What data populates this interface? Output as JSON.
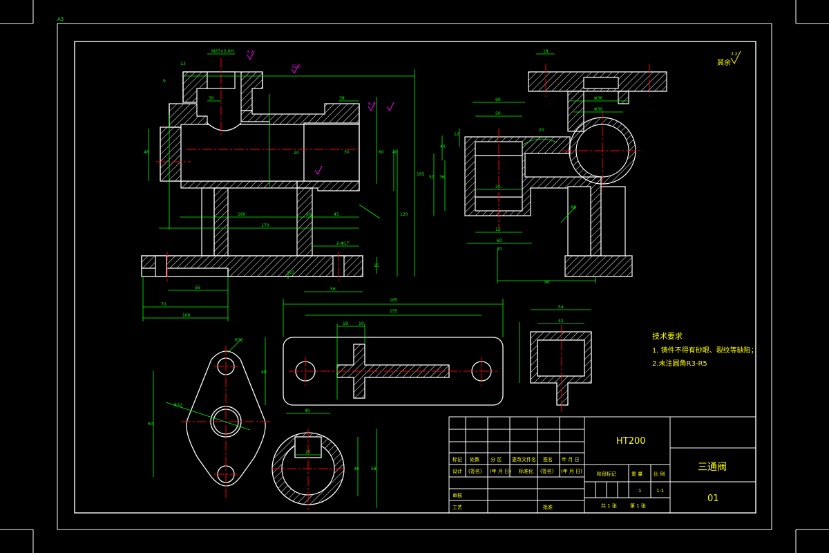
{
  "drawing": {
    "sheet_mark": "A3",
    "material": "HT200",
    "part_name": "三通阀",
    "drawing_number": "01",
    "scale": "1:1",
    "quantity": "1",
    "sheet_total": "共 1 张",
    "sheet_current": "第 1 张",
    "surface_note_prefix": "其余",
    "surface_note_value": "3.2"
  },
  "technical_requirements": {
    "title": "技术要求",
    "lines": [
      "1. 铸件不得有砂眼、裂纹等缺陷；",
      "2.未注圆角R3-R5"
    ]
  },
  "title_block": {
    "row_labels": [
      "标记",
      "处数",
      "分 区",
      "更改文件名",
      "签名",
      "年 月 日"
    ],
    "design_row": [
      "设计",
      "(签名)",
      "(年 月 日)",
      "标准化",
      "(签名)",
      "(年 月 日)"
    ],
    "review": "审核",
    "process": "工艺",
    "approve": "批准",
    "stage_label": "阶段标记",
    "weight_label": "重 量",
    "scale_label": "比 例"
  },
  "dimensions": {
    "front": [
      "M27×2-6H",
      "13",
      "30",
      "9",
      "38",
      "165",
      "120",
      "60",
      "48",
      "160",
      "170",
      "15",
      "10",
      "2-Φ17",
      "56",
      "56",
      "70",
      "100",
      "20",
      "30",
      "40",
      "45",
      "60",
      "3.2",
      "6.3",
      "12.5"
    ],
    "side": [
      "18",
      "60",
      "50",
      "Φ36",
      "Φ30",
      "50",
      "36",
      "12",
      "40",
      "20",
      "12",
      "R6",
      "90",
      "20",
      "60",
      "30"
    ],
    "top": [
      "R30",
      "60",
      "R20"
    ],
    "bottom": [
      "165",
      "155",
      "18",
      "10",
      "40"
    ],
    "end_view": [
      "54",
      "42"
    ],
    "section": [
      "40",
      "25",
      "36",
      "58"
    ]
  }
}
